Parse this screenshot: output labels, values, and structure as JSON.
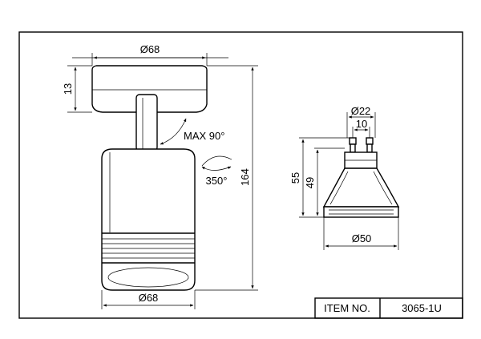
{
  "fixture": {
    "top_diameter": "Ø68",
    "top_height": "13",
    "total_height": "164",
    "tilt": "MAX 90°",
    "rotation": "350°",
    "bottom_diameter": "Ø68"
  },
  "bulb": {
    "pin_width": "Ø22",
    "pin_spacing": "10",
    "overall_height": "55",
    "body_height": "49",
    "diameter": "Ø50"
  },
  "title_block": {
    "label": "ITEM NO.",
    "value": "3065-1U"
  }
}
